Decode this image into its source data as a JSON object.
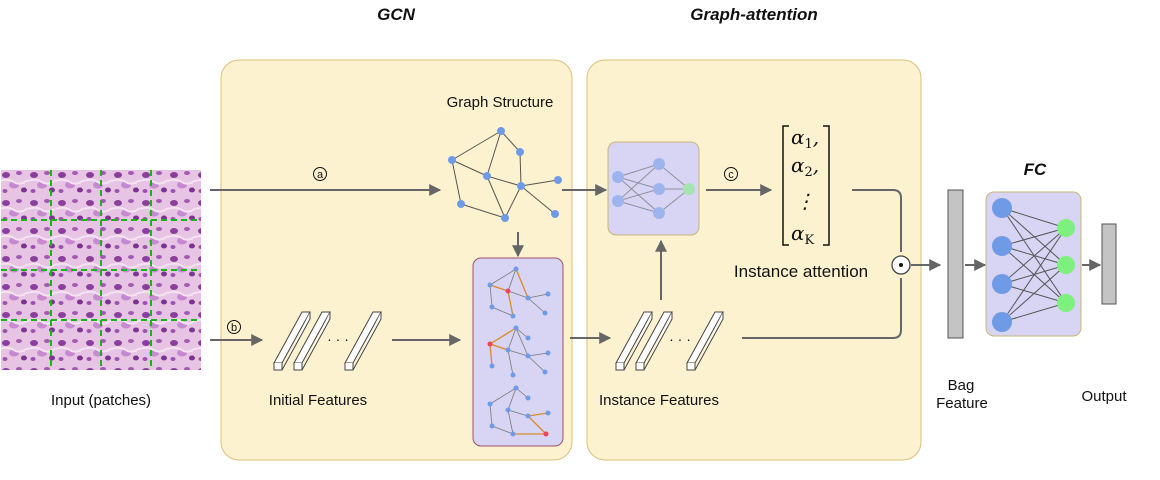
{
  "titles": {
    "gcn": "GCN",
    "graph_attention": "Graph-attention",
    "fc": "FC"
  },
  "labels": {
    "input": "Input (patches)",
    "initial_features": "Initial Features",
    "graph_structure": "Graph Structure",
    "instance_features": "Instance Features",
    "instance_attention": "Instance attention",
    "bag_feature_line1": "Bag",
    "bag_feature_line2": "Feature",
    "output": "Output"
  },
  "markers": {
    "a": "a",
    "b": "b",
    "c": "c",
    "elementwise": "⊙"
  },
  "ellipsis": "· · ·",
  "attention_vector": [
    {
      "symbol": "α",
      "sub": "1",
      "suffix": ","
    },
    {
      "symbol": "α",
      "sub": "2",
      "suffix": ","
    },
    {
      "symbol": "⋮",
      "sub": "",
      "suffix": ""
    },
    {
      "symbol": "α",
      "sub": "K",
      "suffix": ""
    }
  ],
  "colors": {
    "panel_fill": "#fdf2cf",
    "panel_stroke": "#d9c27a",
    "purple_fill": "#d8d4f4",
    "node_blue": "#6f9be6",
    "node_green": "#7df07d",
    "tissue_pink": "#d89cd0",
    "grid_green": "#18b418",
    "highlight_red": "#e8455a",
    "highlight_orange": "#d98a2b"
  }
}
